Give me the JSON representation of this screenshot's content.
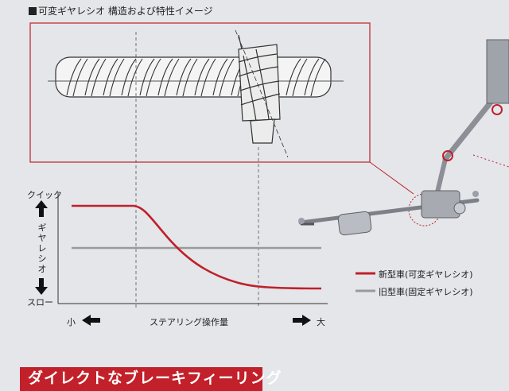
{
  "header": {
    "title": "可変ギヤレシオ 構造および特性イメージ"
  },
  "chart_data": {
    "type": "line",
    "y_top_label": "クイック",
    "y_bottom_label": "スロー",
    "y_axis_label": "ギヤレシオ",
    "x_left_label": "小",
    "x_axis_label": "ステアリング操作量",
    "x_right_label": "大",
    "series": [
      {
        "name": "新型車(可変ギヤレシオ)",
        "color": "#c0202a"
      },
      {
        "name": "旧型車(固定ギヤレシオ)",
        "color": "#9a9a9a"
      }
    ]
  },
  "footer": {
    "heading": "ダイレクトなブレーキフィーリング"
  },
  "colors": {
    "accent": "#c0202a",
    "gray_line": "#9a9a9a",
    "background": "#e4e6ea"
  }
}
